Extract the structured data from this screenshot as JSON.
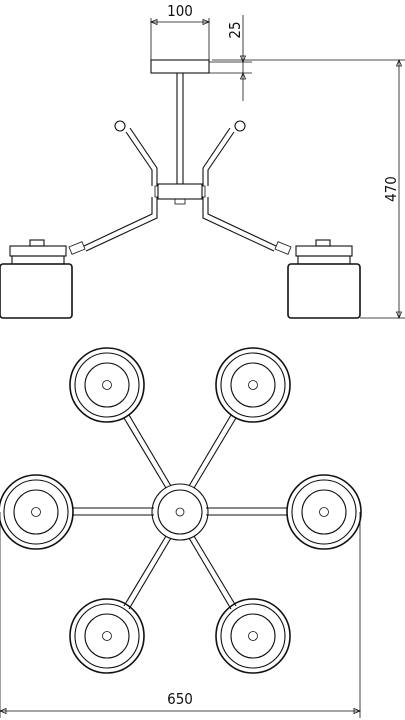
{
  "dimensions": {
    "canopy_width": "100",
    "canopy_height": "25",
    "total_height": "470",
    "total_width": "650"
  },
  "views": {
    "bottom_view_lamp_count": 6
  },
  "colors": {
    "line": "#111111",
    "background": "#ffffff"
  }
}
